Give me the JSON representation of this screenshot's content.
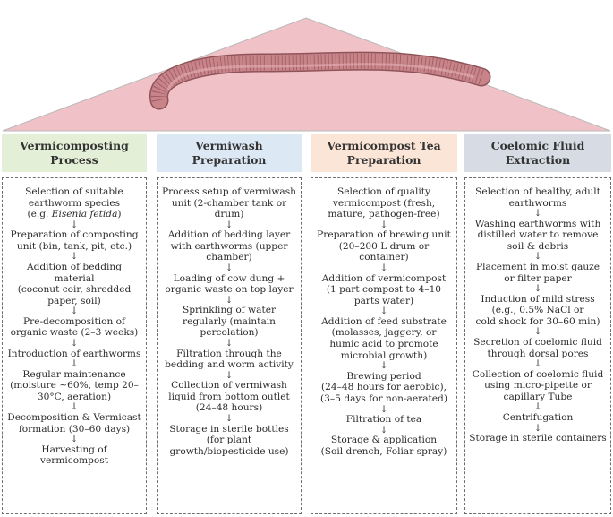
{
  "colors": {
    "roof_fill": "#f0c2c7",
    "roof_stroke": "#b9b9b9",
    "worm_body": "#c9848a",
    "worm_ring": "#8f5459",
    "header_vermicomposting": "#e3efd6",
    "header_vermiwash": "#dde8f5",
    "header_tea": "#fbe5d6",
    "header_coelomic": "#d6dbe4"
  },
  "icons": {
    "roof": "earthworm-icon",
    "arrow": "down-arrow-icon"
  },
  "columns": [
    {
      "title": "Vermicomposting\nProcess",
      "steps": [
        {
          "pre": "Selection of suitable\nearthworm species\n(e.g. ",
          "latin": "Eisenia fetida",
          "post": ")"
        },
        {
          "text": "Preparation of composting\nunit (bin, tank, pit, etc.)"
        },
        {
          "text": "Addition of bedding\nmaterial\n(coconut coir, shredded\npaper, soil)"
        },
        {
          "text": "Pre-decomposition of\norganic waste (2–3 weeks)"
        },
        {
          "text": "Introduction of earthworms"
        },
        {
          "text": "Regular maintenance\n(moisture ~60%, temp 20–\n30°C, aeration)"
        },
        {
          "text": "Decomposition & Vermicast\nformation (30–60 days)"
        },
        {
          "text": "Harvesting of\nvermicompost"
        }
      ]
    },
    {
      "title": "Vermiwash\nPreparation",
      "steps": [
        {
          "text": "Process setup of vermiwash\nunit (2-chamber tank or\ndrum)"
        },
        {
          "text": "Addition of bedding layer\nwith earthworms (upper\nchamber)"
        },
        {
          "text": "Loading of cow dung +\norganic waste on top layer"
        },
        {
          "text": "Sprinkling of water\nregularly (maintain\npercolation)"
        },
        {
          "text": "Filtration through the\nbedding and worm activity"
        },
        {
          "text": "Collection of vermiwash\nliquid from bottom outlet\n(24–48 hours)"
        },
        {
          "text": "Storage in sterile bottles\n(for plant\ngrowth/biopesticide use)"
        }
      ]
    },
    {
      "title": "Vermicompost Tea\nPreparation",
      "steps": [
        {
          "text": "Selection of quality\nvermicompost (fresh,\nmature, pathogen-free)"
        },
        {
          "text": "Preparation of brewing unit\n(20–200 L drum or\ncontainer)"
        },
        {
          "text": "Addition of vermicompost\n(1 part compost to 4–10\nparts water)"
        },
        {
          "text": "Addition of feed substrate\n(molasses, jaggery, or\nhumic acid to promote\nmicrobial growth)"
        },
        {
          "text": "Brewing period\n(24–48 hours for aerobic),\n(3–5 days for non-aerated)"
        },
        {
          "text": "Filtration of tea"
        },
        {
          "text": "Storage & application\n(Soil drench, Foliar spray)"
        }
      ]
    },
    {
      "title": "Coelomic Fluid\nExtraction",
      "steps": [
        {
          "text": "Selection of healthy, adult\nearthworms"
        },
        {
          "text": "Washing earthworms with\ndistilled water to remove\nsoil & debris"
        },
        {
          "text": "Placement in moist gauze\nor filter paper"
        },
        {
          "text": "Induction of mild stress\n(e.g., 0.5% NaCl or\ncold shock for 30–60 min)"
        },
        {
          "text": "Secretion of coelomic fluid\nthrough dorsal pores"
        },
        {
          "text": "Collection of coelomic fluid\nusing micro-pipette or\ncapillary Tube"
        },
        {
          "text": "Centrifugation"
        },
        {
          "text": "Storage in sterile containers"
        }
      ]
    }
  ]
}
